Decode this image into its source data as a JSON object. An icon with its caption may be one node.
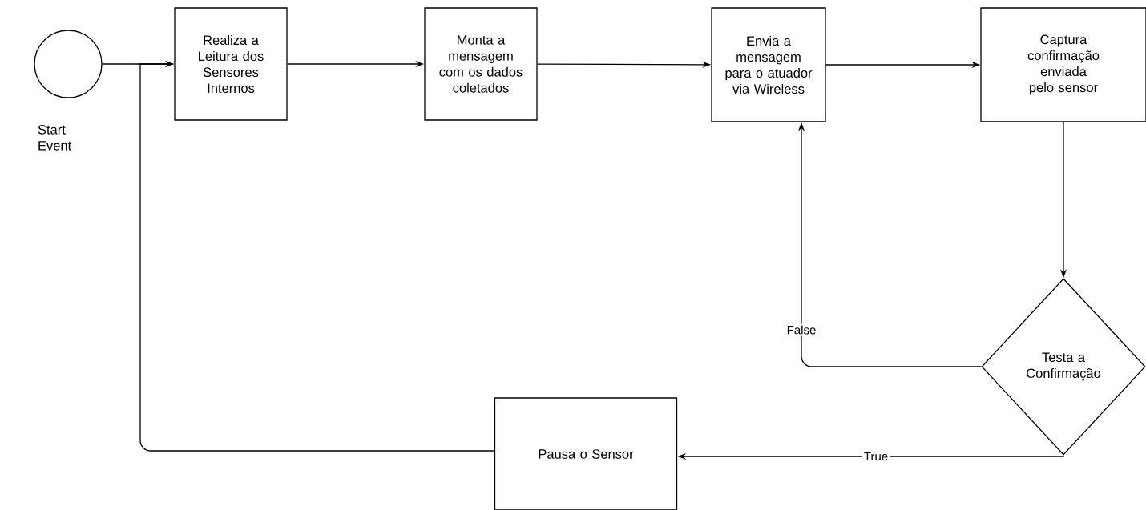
{
  "diagram": {
    "nodes": [
      {
        "text": [],
        "shape": "circle",
        "beside": [
          "Start Event"
        ]
      },
      {
        "text": [
          "Realiza a Leitura dos Sensores Internos"
        ]
      },
      {
        "text": [
          "Monta a mensagem com os dados coletados"
        ]
      },
      {
        "text": [
          "Envia a mensagem para o atuador via Wireless"
        ]
      },
      {
        "text": [
          "Captura confirmação enviada pelo sensor"
        ]
      },
      {
        "text": [
          "Testa a Confirmação"
        ]
      },
      {
        "text": [
          "Pausa o Sensor"
        ]
      }
    ],
    "edges": [
      {
        "from": 0,
        "to": 1,
        "arrow": "to"
      },
      {
        "from": 1,
        "to": 2,
        "arrow": "to"
      },
      {
        "from": 2,
        "to": 3,
        "arrow": "to"
      },
      {
        "from": 3,
        "to": 4,
        "arrow": "to"
      },
      {
        "from": 4,
        "to": 5,
        "arrow": "to"
      },
      {
        "from": 5,
        "to": 3,
        "arrow": "to",
        "label": "False"
      },
      {
        "from": 5,
        "to": 6,
        "arrow": "to",
        "label": "True"
      },
      {
        "from": 6,
        "to": 1,
        "arrow": "to"
      }
    ]
  }
}
